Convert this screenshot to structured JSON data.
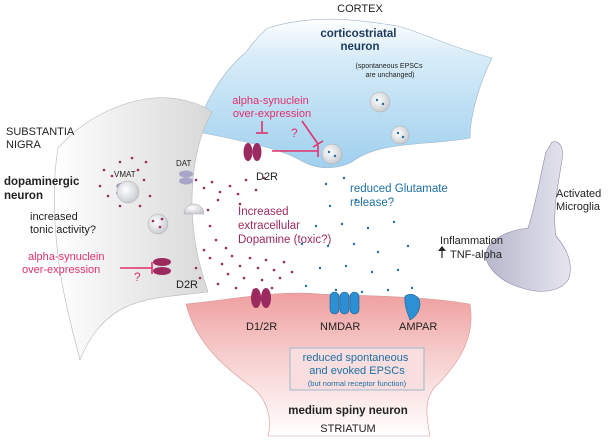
{
  "labels": {
    "cortex": "CORTEX",
    "corticostriatal": [
      "corticostriatal",
      "neuron"
    ],
    "spontaneous_unchanged": [
      "(spontaneous EPSCs",
      "are unchanged)"
    ],
    "substantia_nigra": [
      "SUBSTANTIA",
      "NIGRA"
    ],
    "dopaminergic": [
      "dopaminergic",
      "neuron"
    ],
    "vmat": "VMAT",
    "dat": "DAT",
    "increased_tonic": [
      "increased",
      "tonic activity?"
    ],
    "asyn_top": [
      "alpha-synuclein",
      "over-expression"
    ],
    "asyn_left": [
      "alpha-synuclein",
      "over-expression"
    ],
    "question_mark": "?",
    "d2r_top": "D2R",
    "d2r_left": "D2R",
    "extracellular_dopamine": [
      "Increased",
      "extracellular",
      "Dopamine (toxic?)"
    ],
    "reduced_glutamate": [
      "reduced Glutamate",
      "release?"
    ],
    "activated_microglia": [
      "Activated",
      "Microglia"
    ],
    "inflammation": "Inflammation",
    "tnf_alpha": "TNF-alpha",
    "d1_2r": "D1/2R",
    "nmdar": "NMDAR",
    "ampar": "AMPAR",
    "reduced_epscs": [
      "reduced spontaneous",
      "and evoked EPSCs"
    ],
    "normal_receptor": "(but normal receptor function)",
    "msn": "medium spiny neuron",
    "striatum": "STRIATUM"
  },
  "colors": {
    "dopamine": "#9b2a5f",
    "alpha_synuclein": "#e0306f",
    "glutamate": "#1d6fa3",
    "receptor_nmda_ampa": "#2d8fd4",
    "cortex_fill": "#cfe6f7",
    "striatum_fill": "#f3b8b8",
    "nigra_fill": "#e6e6e6",
    "microglia_fill": "#c9c8d8"
  }
}
